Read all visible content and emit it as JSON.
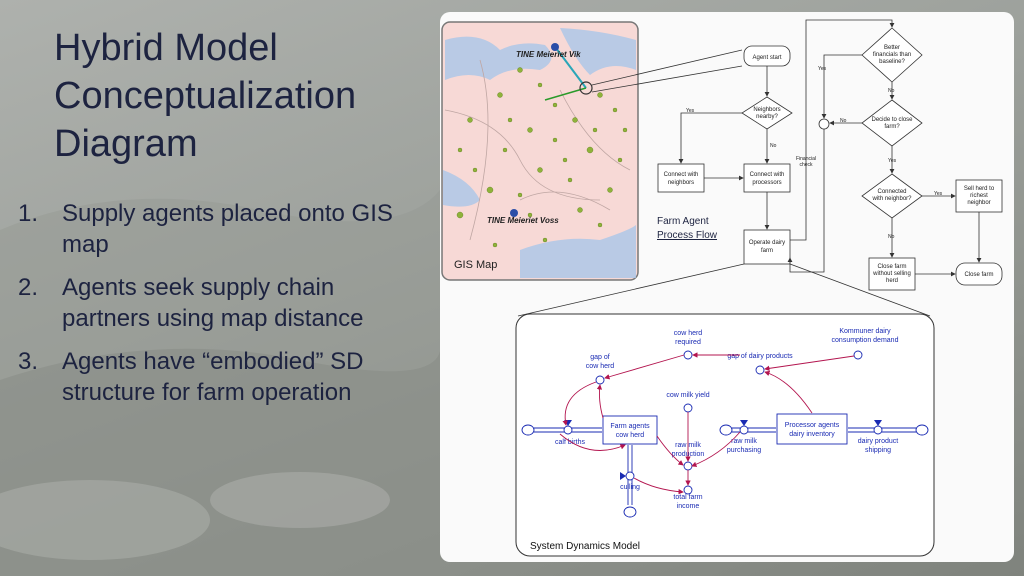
{
  "title": "Hybrid Model Conceptualization Diagram",
  "points": [
    {
      "num": "1.",
      "text": "Supply agents placed onto GIS map"
    },
    {
      "num": "2.",
      "text": "Agents seek supply chain partners using map distance"
    },
    {
      "num": "3.",
      "text": "Agents have “embodied” SD structure for farm operation"
    }
  ],
  "gis": {
    "label": "GIS Map",
    "dairy_north": "TINE Meieriet Vik",
    "dairy_south": "TINE Meieriet Voss"
  },
  "flow": {
    "label_line1": "Farm Agent",
    "label_line2": "Process Flow",
    "agent_start": "Agent start",
    "neighbors_nearby": [
      "Neighbors",
      "nearby?"
    ],
    "connect_neighbors": [
      "Connect with",
      "neighbors"
    ],
    "connect_processors": [
      "Connect with",
      "processors"
    ],
    "operate_dairy": [
      "Operate dairy",
      "farm"
    ],
    "financial_check": [
      "Financial",
      "check"
    ],
    "better_financials": [
      "Better",
      "financials than",
      "baseline?"
    ],
    "decide_close": [
      "Decide to close",
      "farm?"
    ],
    "connected_neighbor": [
      "Connected",
      "with neighbor?"
    ],
    "sell_herd": [
      "Sell herd to",
      "richest",
      "neighbor"
    ],
    "close_without": [
      "Close farm",
      "without selling",
      "herd"
    ],
    "close_farm": "Close farm",
    "yes": "Yes",
    "no": "No"
  },
  "sd": {
    "label": "System Dynamics Model",
    "cow_herd_required": [
      "cow herd",
      "required"
    ],
    "kommuner_demand": [
      "Kommuner dairy",
      "consumption demand"
    ],
    "gap_of_cow_herd": [
      "gap of",
      "cow herd"
    ],
    "gap_dairy_products": "gap of dairy products",
    "cow_milk_yield": "cow milk yield",
    "farm_agents_cow_herd": [
      "Farm agents",
      "cow herd"
    ],
    "processor_inventory": [
      "Processor agents",
      "dairy inventory"
    ],
    "calf_births": "calf births",
    "raw_milk_production": [
      "raw milk",
      "production"
    ],
    "raw_milk_purchasing": [
      "raw milk",
      "purchasing"
    ],
    "dairy_product_shipping": [
      "dairy product",
      "shipping"
    ],
    "culling": "culling",
    "total_farm_income": [
      "total farm",
      "income"
    ]
  },
  "colors": {
    "title": "#1d2340",
    "sd_text": "#1a2bb3",
    "sd_arrow": "#b3154f",
    "map_land": "#f7d9d6",
    "map_water": "#a9c6e8",
    "map_dot": "#8fb33a"
  }
}
